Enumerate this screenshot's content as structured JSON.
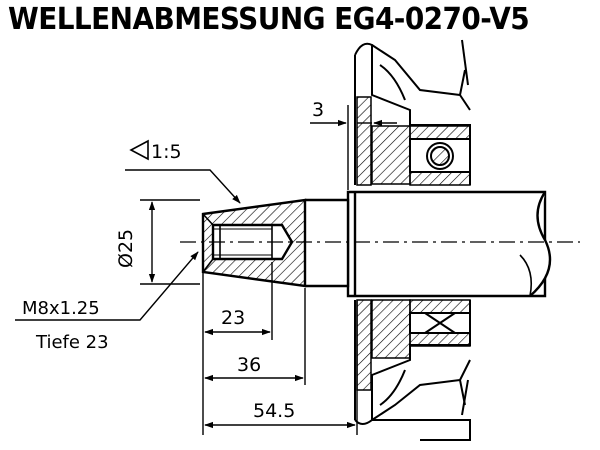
{
  "title": "WELLENABMESSUNG EG4-0270-V5",
  "dimensions": {
    "shoulder": "3",
    "taper": "1:5",
    "diameter": "Ø25",
    "thread_length": "23",
    "taper_length": "36",
    "total_length": "54.5"
  },
  "thread_note": {
    "spec": "M8x1.25",
    "depth": "Tiefe 23"
  }
}
